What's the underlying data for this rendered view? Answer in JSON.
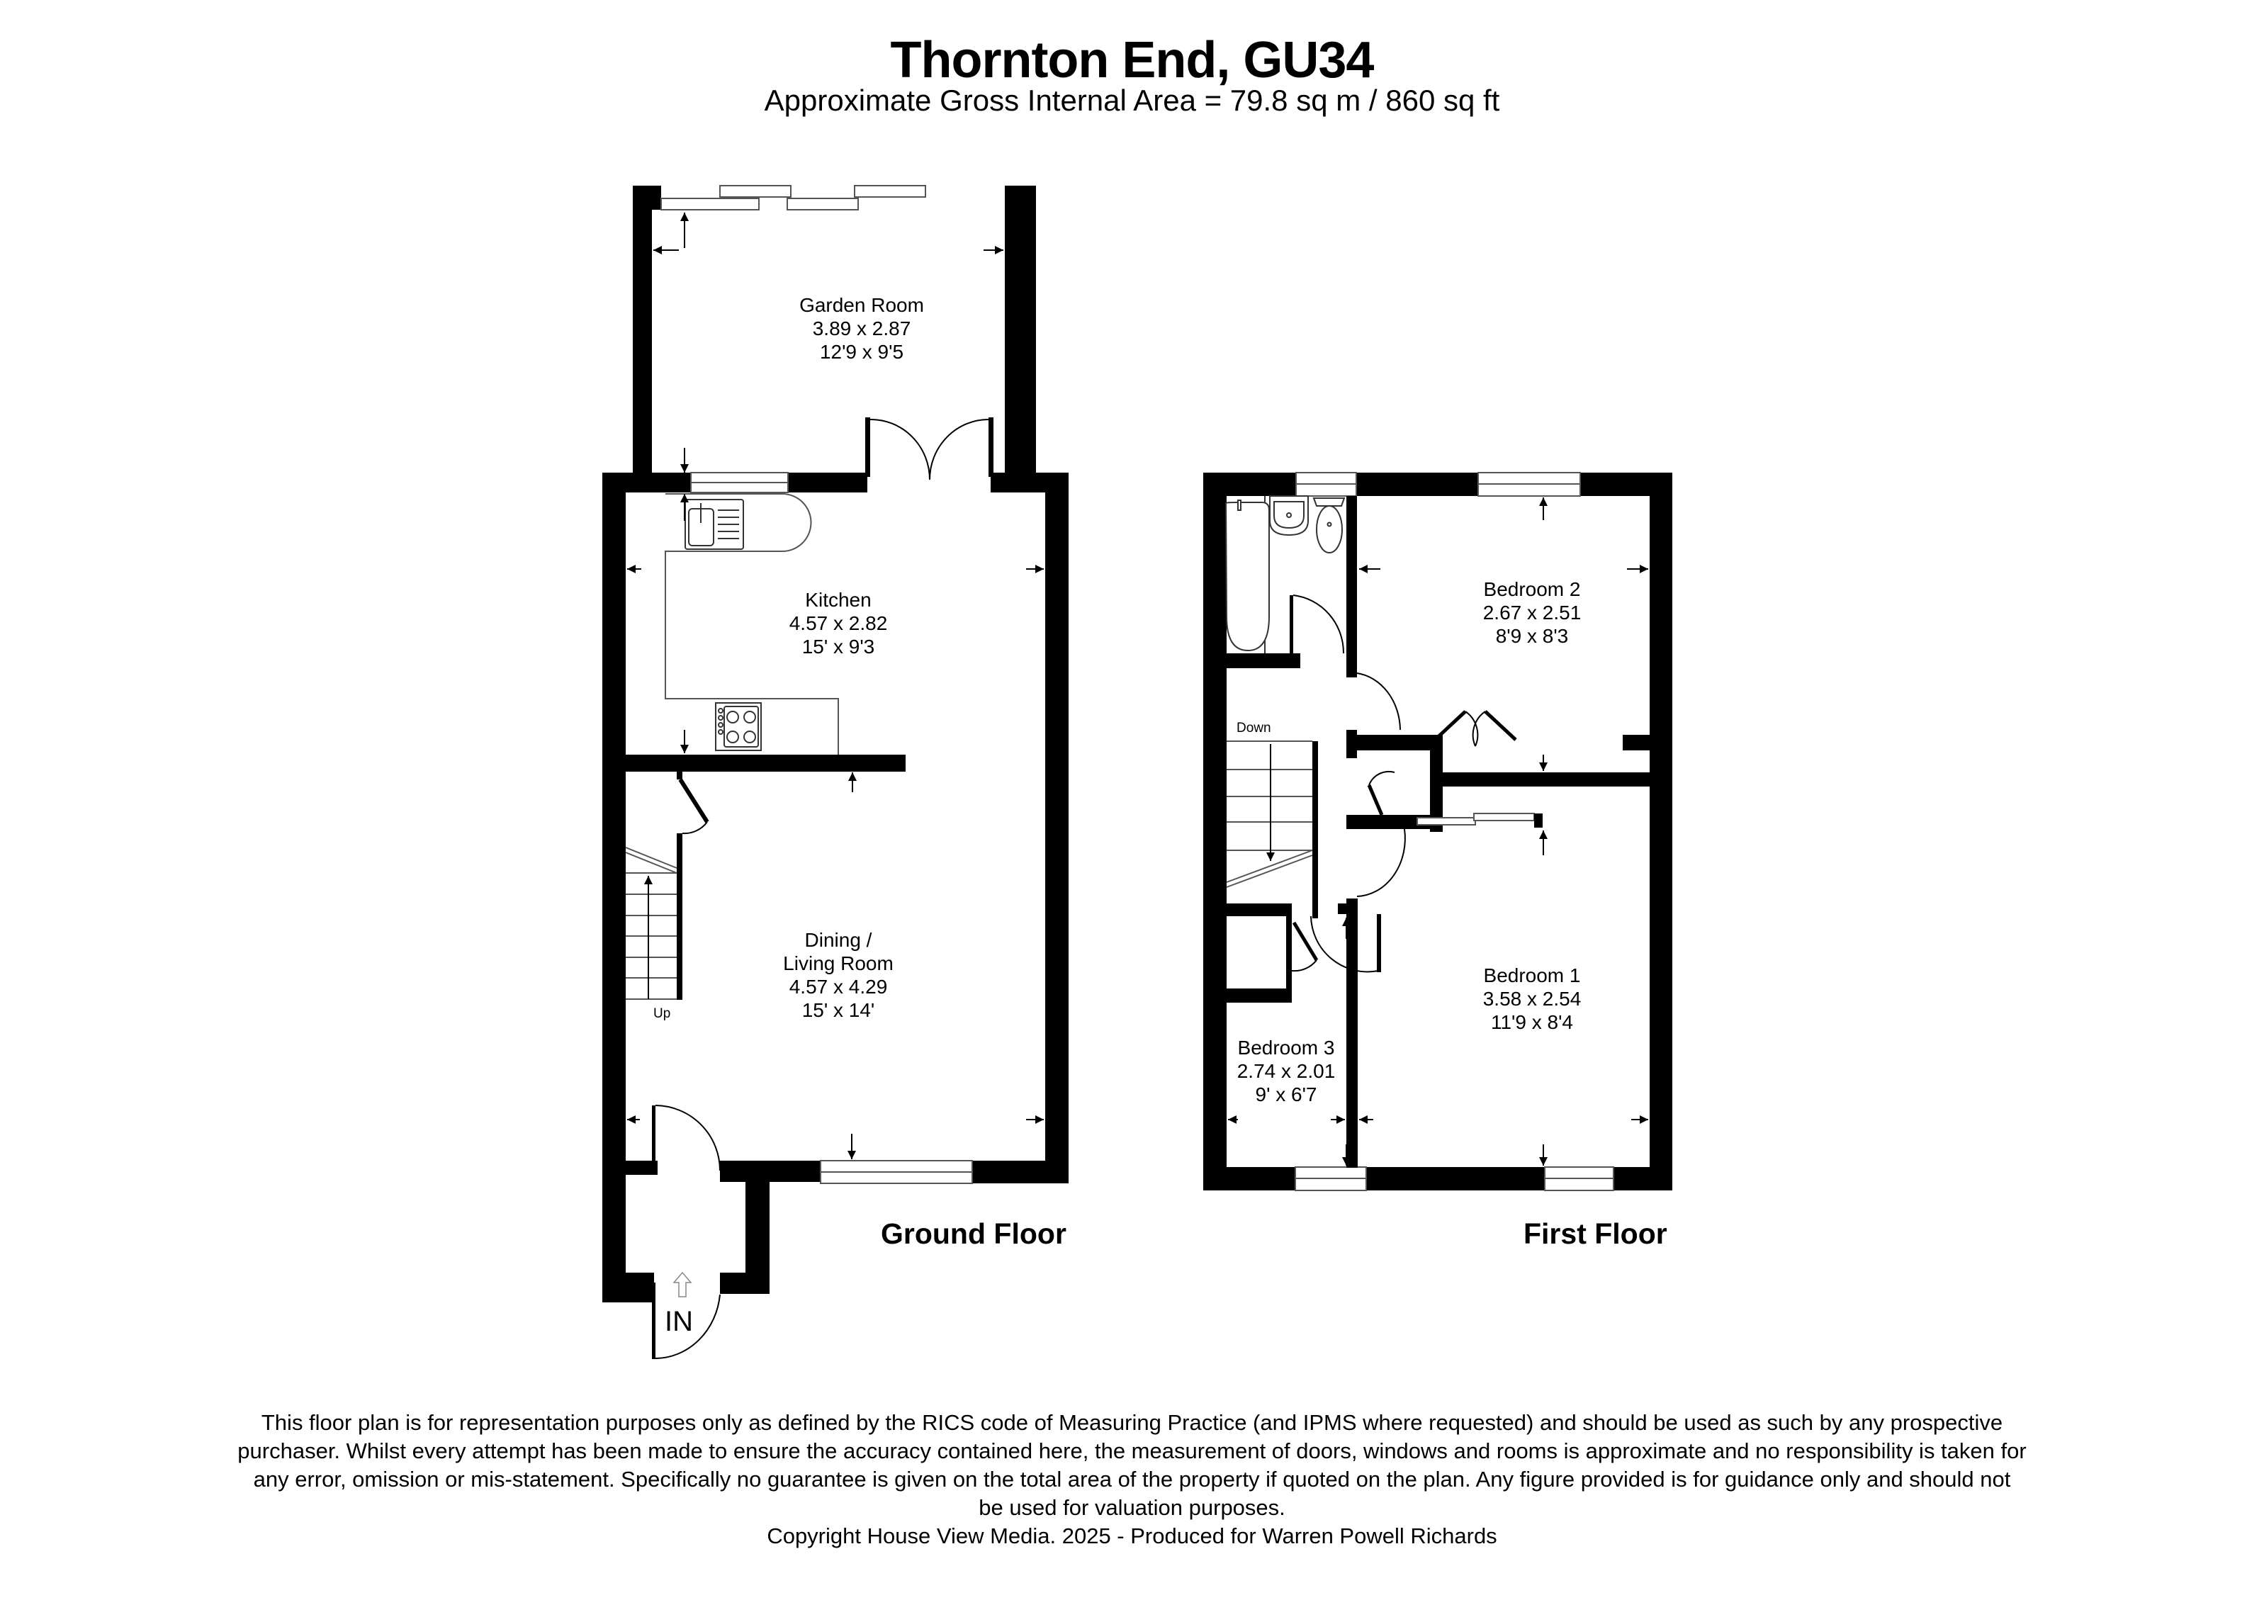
{
  "header": {
    "title": "Thornton End, GU34",
    "subtitle": "Approximate Gross Internal Area = 79.8 sq m / 860 sq ft"
  },
  "floors": [
    {
      "name": "Ground Floor",
      "rooms": [
        {
          "name": "Garden Room",
          "metric": "3.89 x 2.87",
          "imperial": "12'9 x 9'5"
        },
        {
          "name": "Kitchen",
          "metric": "4.57 x 2.82",
          "imperial": "15' x 9'3"
        },
        {
          "name_line1": "Dining /",
          "name_line2": "Living Room",
          "metric": "4.57 x 4.29",
          "imperial": "15' x 14'"
        }
      ],
      "stairs_label": "Up",
      "entrance_label": "IN"
    },
    {
      "name": "First Floor",
      "rooms": [
        {
          "name": "Bedroom 2",
          "metric": "2.67 x 2.51",
          "imperial": "8'9 x 8'3"
        },
        {
          "name": "Bedroom 1",
          "metric": "3.58 x 2.54",
          "imperial": "11'9 x 8'4"
        },
        {
          "name": "Bedroom 3",
          "metric": "2.74 x 2.01",
          "imperial": "9' x 6'7"
        }
      ],
      "stairs_label": "Down"
    }
  ],
  "footer": {
    "disclaimer_lines": [
      "This floor plan is for representation purposes only as defined by the RICS code of Measuring Practice (and IPMS where requested) and should be used as such by any prospective",
      "purchaser. Whilst every attempt has been made to ensure the accuracy contained here, the measurement of doors, windows and rooms is approximate and no responsibility is taken for",
      "any error, omission or mis-statement. Specifically no guarantee is given on the total area of the property if quoted on the plan. Any figure provided is for guidance only and should not",
      "be used for valuation purposes."
    ],
    "copyright": "Copyright House View Media. 2025 - Produced for Warren Powell Richards"
  },
  "colors": {
    "wall": "#000000",
    "background": "#ffffff",
    "fixture_line": "#555555"
  }
}
